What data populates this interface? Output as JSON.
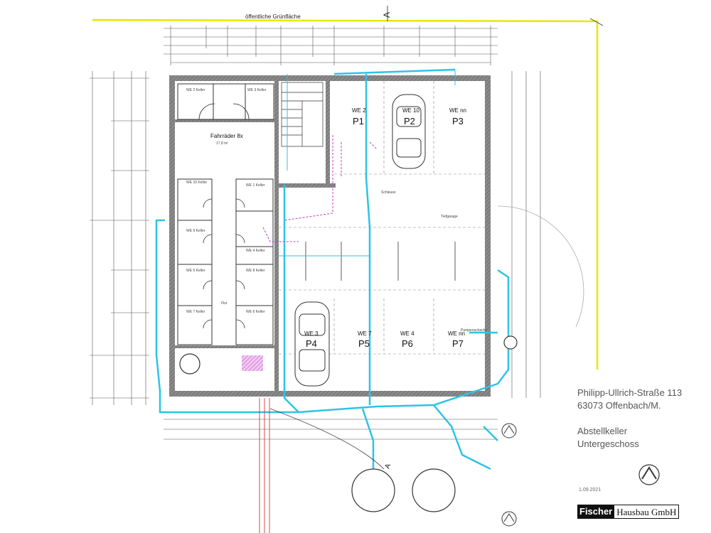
{
  "site": {
    "street_label": "öffentliche Grünfläche",
    "section_marker": "A",
    "section_marker_bottom": "A"
  },
  "rooms": {
    "bike": "Fahrräder 8x",
    "bike_area": "17,8 m²",
    "cellars": [
      "WE 10 Keller",
      "WE 1 Keller",
      "WE 9 Keller",
      "WE 4 Keller",
      "WE 5 Keller",
      "WE 8 Keller",
      "WE 7 Keller",
      "WE 6 Keller",
      "WE 2 Keller",
      "WE 3 Keller"
    ],
    "tiefgarage": "Tiefgarage",
    "schleuse": "Schleuse",
    "pumpe": "Pumpenschacht",
    "flur": "Flur"
  },
  "parking": {
    "top": [
      {
        "we": "WE 2",
        "p": "P1"
      },
      {
        "we": "WE 10",
        "p": "P2"
      },
      {
        "we": "WE nn",
        "p": "P3"
      }
    ],
    "bottom": [
      {
        "we": "WE 3",
        "p": "P4"
      },
      {
        "we": "WE 7",
        "p": "P5"
      },
      {
        "we": "WE 4",
        "p": "P6"
      },
      {
        "we": "WE nn",
        "p": "P7"
      }
    ]
  },
  "info": {
    "address_line1": "Philipp-Ullrich-Straße 113",
    "address_line2": "63073 Offenbach/M.",
    "title_line1": "Abstellkeller",
    "title_line2": "Untergeschoss",
    "date": "1.09.2021"
  },
  "logo": {
    "part1": "Fischer",
    "part2": "Hausbau GmbH"
  },
  "colors": {
    "walls": "#6f6f6f",
    "pipes": "#2ec3e6",
    "boundary": "#e8e800",
    "magenta": "#c040c0",
    "red": "#d02020"
  }
}
